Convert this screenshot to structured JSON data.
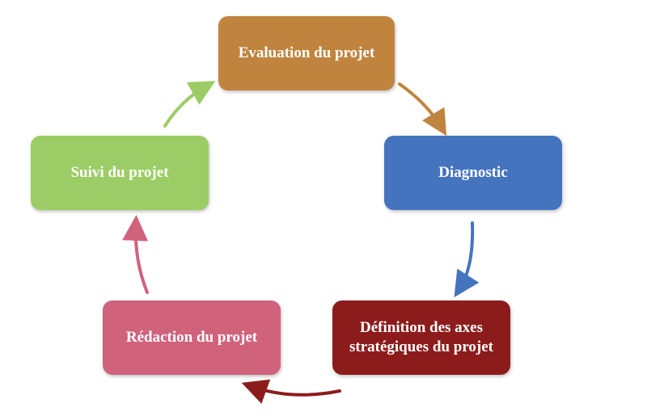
{
  "nodes": {
    "evaluation": {
      "label": "Evaluation du projet",
      "color": "#c0843f"
    },
    "diagnostic": {
      "label": "Diagnostic",
      "color": "#4574bf"
    },
    "definition": {
      "label": "Définition des axes stratégiques du projet",
      "color": "#8c1c1c"
    },
    "redaction": {
      "label": "Rédaction du projet",
      "color": "#d0627c"
    },
    "suivi": {
      "label": "Suivi du projet",
      "color": "#9ccc65"
    }
  },
  "arrows": {
    "eval_to_diag": {
      "color": "#c0843f"
    },
    "diag_to_def": {
      "color": "#4574bf"
    },
    "def_to_red": {
      "color": "#8c1c1c"
    },
    "red_to_suivi": {
      "color": "#d0627c"
    },
    "suivi_to_eval": {
      "color": "#9ccc65"
    }
  }
}
